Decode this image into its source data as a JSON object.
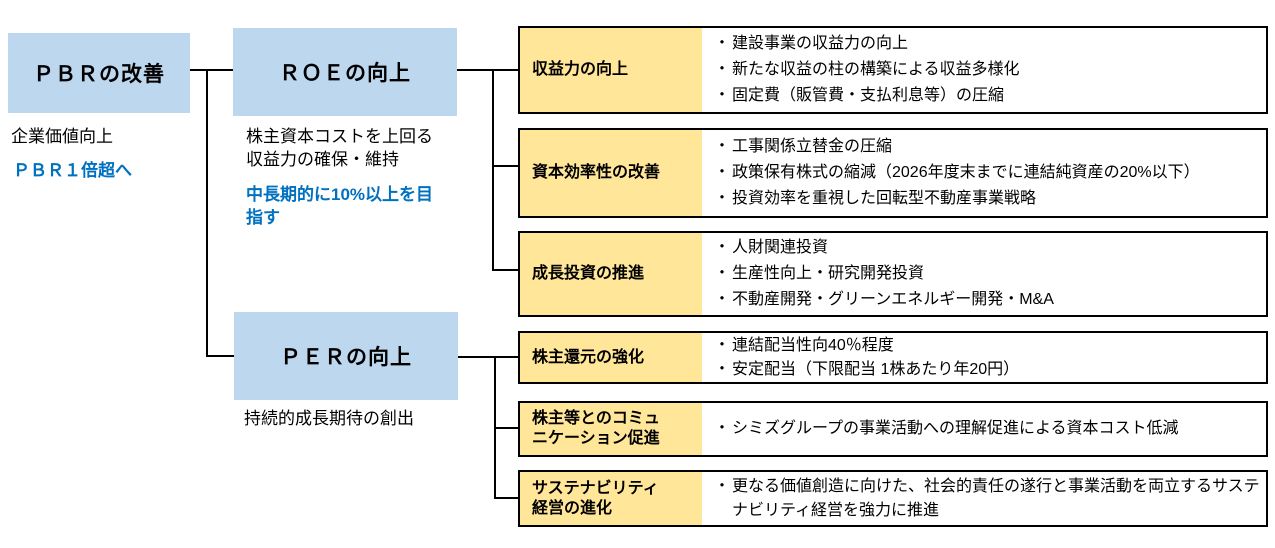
{
  "diagram": {
    "bullet_marker": "・",
    "colors": {
      "box_blue": "#BDD7EE",
      "label_yellow": "#FFE699",
      "accent_blue": "#0070C0",
      "line_black": "#000000"
    },
    "pbr": {
      "title": "ＰＢＲの改善",
      "note": "企業価値向上",
      "goal": "ＰＢＲ１倍超へ"
    },
    "roe": {
      "title": "ＲＯＥの向上",
      "note": "株主資本コストを上回る収益力の確保・維持",
      "goal": "中長期的に10%以上を目指す"
    },
    "per": {
      "title": "ＰＥＲの向上",
      "note": "持続的成長期待の創出"
    },
    "rows": [
      {
        "label_lines": [
          "収益力の向上"
        ],
        "bullets": [
          "建設事業の収益力の向上",
          "新たな収益の柱の構築による収益多様化",
          "固定費（販管費・支払利息等）の圧縮"
        ]
      },
      {
        "label_lines": [
          "資本効率性の改善"
        ],
        "bullets": [
          "工事関係立替金の圧縮",
          "政策保有株式の縮減（2026年度末までに連結純資産の20%以下）",
          "投資効率を重視した回転型不動産事業戦略"
        ]
      },
      {
        "label_lines": [
          "成長投資の推進"
        ],
        "bullets": [
          "人財関連投資",
          "生産性向上・研究開発投資",
          "不動産開発・グリーンエネルギー開発・M&A"
        ]
      },
      {
        "label_lines": [
          "株主還元の強化"
        ],
        "bullets": [
          "連結配当性向40％程度",
          "安定配当（下限配当 1株あたり年20円）"
        ]
      },
      {
        "label_lines": [
          "株主等とのコミュ",
          "ニケーション促進"
        ],
        "bullets": [
          "シミズグループの事業活動への理解促進による資本コスト低減"
        ]
      },
      {
        "label_lines": [
          "サステナビリティ",
          "経営の進化"
        ],
        "bullets": [
          "更なる価値創造に向けた、社会的責任の遂行と事業活動を両立するサステナビリティ経営を強力に推進"
        ]
      }
    ]
  }
}
